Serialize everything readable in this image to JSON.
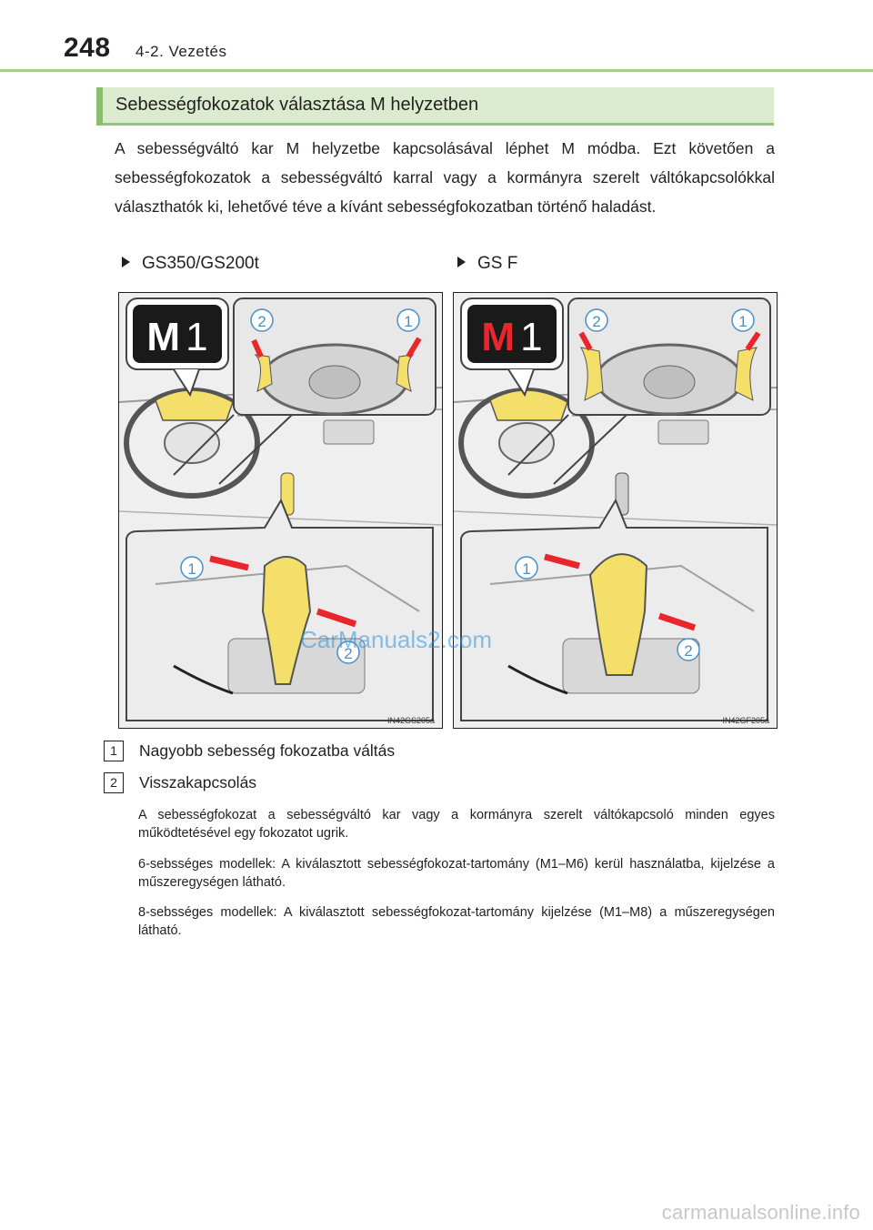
{
  "header": {
    "page_number": "248",
    "chapter": "4-2. Vezetés"
  },
  "section": {
    "title": "Sebességfokozatok választása M helyzetben"
  },
  "intro_text": "A sebességváltó kar M helyzetbe kapcsolásával léphet M módba. Ezt követően a sebességfokozatok a sebességváltó karral vagy a kormányra szerelt váltókapcsolókkal választhatók ki, lehetővé téve a kívánt sebességfokozatban történő haladást.",
  "variants": [
    {
      "label": "GS350/GS200t",
      "display_text": "M 1",
      "display_colors": {
        "m": "#ffffff",
        "num": "#ffffff"
      },
      "callouts": [
        "1",
        "2",
        "1",
        "2"
      ],
      "image_code": "IN42GS205a"
    },
    {
      "label": "GS F",
      "display_text": "M 1",
      "display_colors": {
        "m": "#e8262b",
        "num": "#ffffff"
      },
      "callouts": [
        "2",
        "1",
        "1",
        "2"
      ],
      "image_code": "IN42GF205a"
    }
  ],
  "legend": [
    {
      "num": "1",
      "label": "Nagyobb sebesség fokozatba váltás"
    },
    {
      "num": "2",
      "label": "Visszakapcsolás"
    }
  ],
  "notes": [
    "A sebességfokozat a sebességváltó kar vagy a kormányra szerelt váltókapcsoló minden egyes működtetésével egy fokozatot ugrik.",
    "6-sebsséges modellek: A kiválasztott sebességfokozat-tartomány (M1–M6) kerül használatba, kijelzése a műszeregységen látható.",
    "8-sebsséges modellek: A kiválasztott sebességfokozat-tartomány kijelzése (M1–M8) a műszeregységen látható."
  ],
  "watermark": "CarManuals2.com",
  "footer_watermark": "carmanualsonline.info",
  "colors": {
    "accent_green": "#8bbd6f",
    "bar_green": "#dcebd0",
    "highlight_yellow": "#f3df6a",
    "arrow_red": "#e8262b"
  }
}
